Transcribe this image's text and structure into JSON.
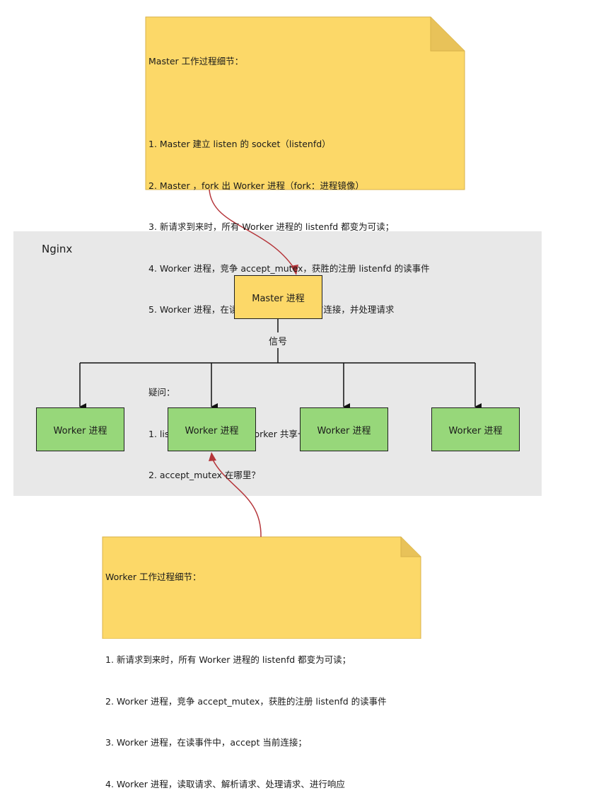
{
  "master_note": {
    "lines": [
      "Master 工作过程细节：",
      "",
      "1. Master 建立 listen 的 socket（listenfd）",
      "2. Master ，fork 出 Worker 进程（fork：进程镜像）",
      "3. 新请求到来时，所有 Worker 进程的 listenfd 都变为可读；",
      "4. Worker 进程，竞争 accept_mutex，获胜的注册 listenfd 的读事件",
      "5. Worker 进程，在读事件中，accept 当前连接，并处理请求",
      "",
      "疑问：",
      "1. listenfd，Master 和 Worker 共享一个？",
      "2. accept_mutex 在哪里？"
    ]
  },
  "nginx": {
    "title": "Nginx",
    "master_label": "Master 进程",
    "signal_label": "信号",
    "workers": [
      "Worker 进程",
      "Worker 进程",
      "Worker 进程",
      "Worker 进程"
    ]
  },
  "worker_note": {
    "lines": [
      "Worker 工作过程细节：",
      "",
      "1. 新请求到来时，所有 Worker 进程的 listenfd 都变为可读；",
      "2. Worker 进程，竞争 accept_mutex，获胜的注册 listenfd 的读事件",
      "3. Worker 进程，在读事件中，accept 当前连接；",
      "4. Worker 进程，读取请求、解析请求、处理请求、进行响应"
    ]
  },
  "colors": {
    "note_fill": "#fcd868",
    "note_border": "#d9b24a",
    "master_fill": "#fcd868",
    "worker_fill": "#97d77a",
    "region_fill": "#e8e8e8",
    "annotation_arrow": "#b5353a",
    "connector": "#111111"
  }
}
